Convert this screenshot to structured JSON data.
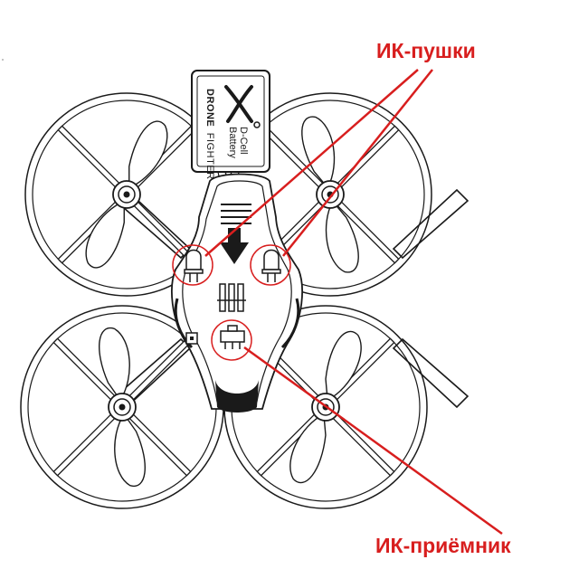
{
  "labels": {
    "ir_guns": "ИК-пушки",
    "ir_receiver": "ИК-приёмник"
  },
  "battery": {
    "line1": "D-Cell",
    "line2": "Battery",
    "brand_bold": "DRONE",
    "brand_light": "FIGHTER"
  },
  "colors": {
    "annotation": "#d81e1e",
    "outline": "#1a1a1a"
  },
  "icons": {
    "insert_arrow": "arrow-down-icon",
    "battery_logo": "x-logo-icon"
  }
}
